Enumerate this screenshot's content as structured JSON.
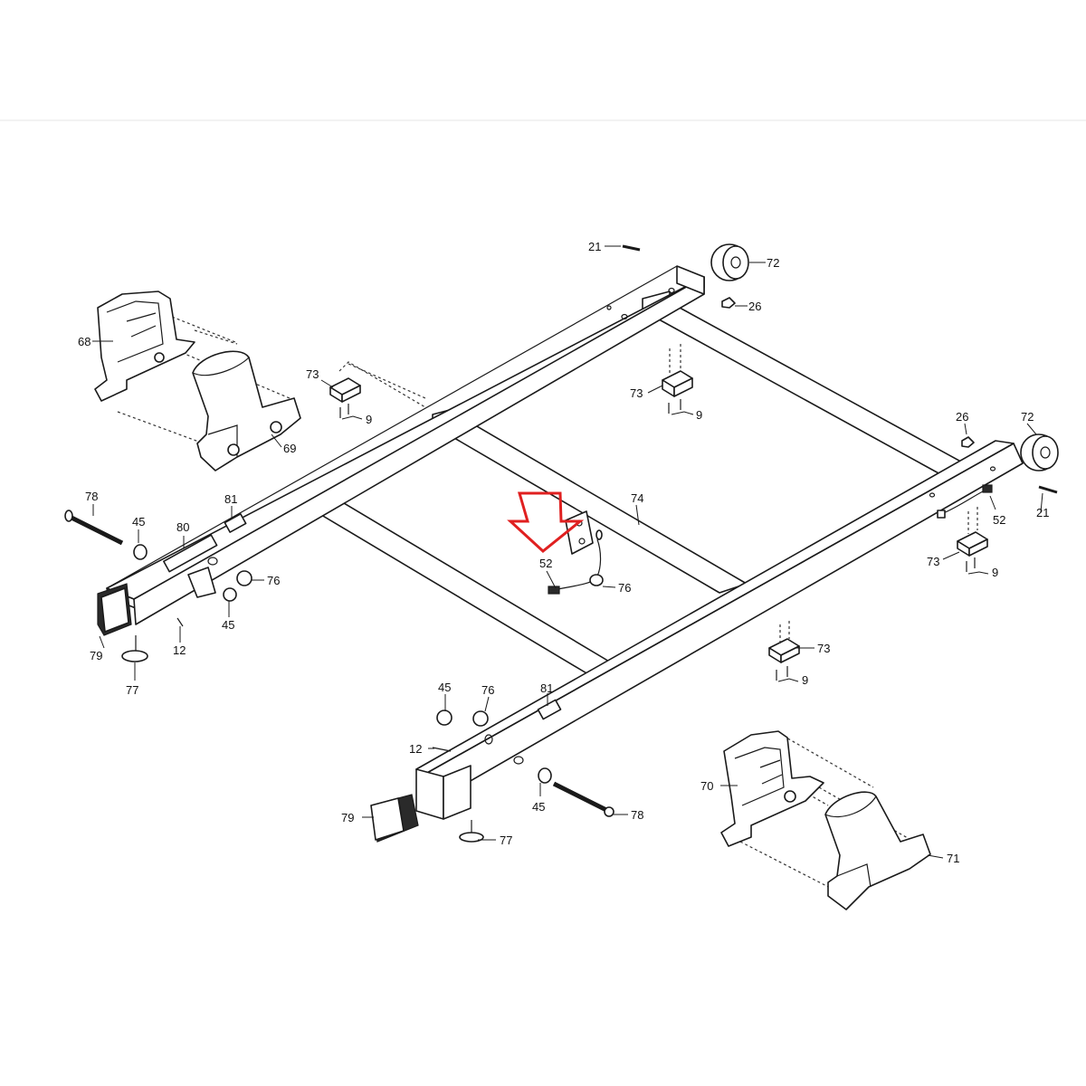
{
  "diagram": {
    "highlight_color": "#e02020",
    "line_color": "#1a1a1a",
    "callouts": {
      "c21a": "21",
      "c72a": "72",
      "c26a": "26",
      "c68": "68",
      "c73a": "73",
      "c9a": "9",
      "c69": "69",
      "c73b": "73",
      "c9b": "9",
      "c26b": "26",
      "c72b": "72",
      "c21b": "21",
      "c52b": "52",
      "c73c": "73",
      "c9c": "9",
      "c78a": "78",
      "c45a": "45",
      "c80": "80",
      "c81a": "81",
      "c76a": "76",
      "c45b": "45",
      "c12a": "12",
      "c79a": "79",
      "c77a": "77",
      "c74": "74",
      "c52a": "52",
      "c76b": "76",
      "c73d": "73",
      "c9d": "9",
      "c45c": "45",
      "c76c": "76",
      "c81b": "81",
      "c12b": "12",
      "c45d": "45",
      "c78b": "78",
      "c79b": "79",
      "c77b": "77",
      "c70": "70",
      "c71": "71"
    }
  }
}
